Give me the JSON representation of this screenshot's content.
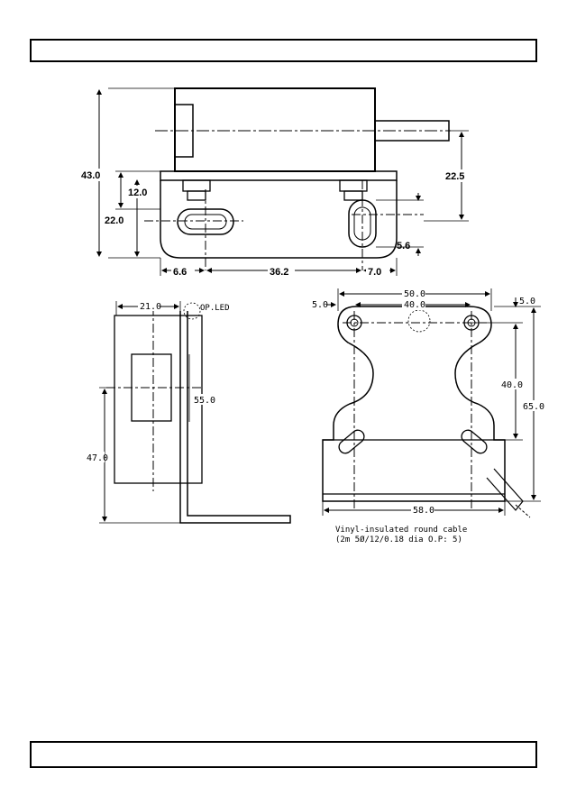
{
  "header": {
    "text": ""
  },
  "footer": {
    "text": ""
  },
  "top_view": {
    "dim_height_total": "43.0",
    "dim_height_upper": "12.0",
    "dim_height_lower": "22.0",
    "dim_right": "22.5",
    "dim_slot": "5.6",
    "dim_bottom_left": "6.6",
    "dim_bottom_mid": "36.2",
    "dim_bottom_right": "7.0"
  },
  "side_view": {
    "dim_top": "21.0",
    "dim_led": "OP.LED",
    "dim_right": "55.0",
    "dim_left": "47.0"
  },
  "front_view": {
    "dim_left_small": "5.0",
    "dim_top_outer": "50.0",
    "dim_top_inner": "40.0",
    "dim_right_small": "5.0",
    "dim_right_inner": "40.0",
    "dim_right_outer": "65.0",
    "dim_bottom": "58.0"
  },
  "cable_note": {
    "line1": "Vinyl-insulated round cable",
    "line2": "(2m 5Ø/12/0.18 dia O.P: 5)"
  },
  "colors": {
    "line": "#000000",
    "background": "#ffffff"
  }
}
